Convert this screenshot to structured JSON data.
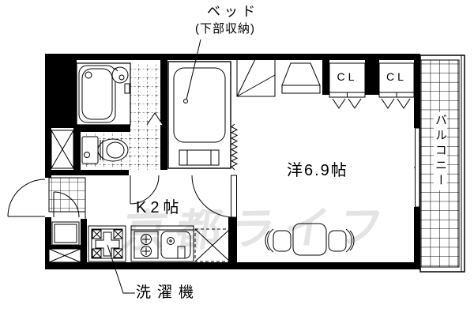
{
  "floorplan": {
    "labels": {
      "bed": "ベッド",
      "bed_sub": "(下部収納)",
      "western_room": "洋6.9帖",
      "kitchen": "K2帖",
      "closet1": "CL",
      "closet2": "CL",
      "balcony": "バルコニー",
      "washing_machine": "洗濯機"
    },
    "watermark": "京都ライフ",
    "colors": {
      "line": "#000000",
      "background": "#ffffff",
      "watermark": "#e4e4e4"
    }
  }
}
